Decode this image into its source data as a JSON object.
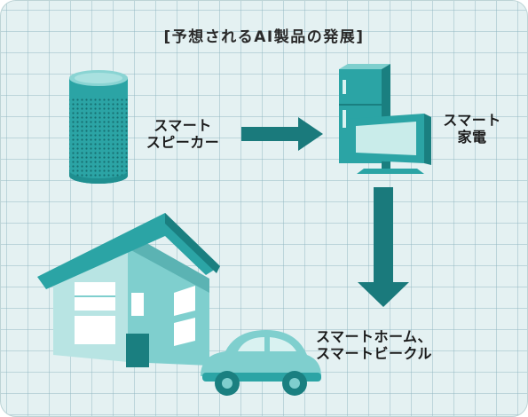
{
  "title": "[予想されるAI製品の発展]",
  "labels": {
    "smart_speaker": [
      "スマート",
      "スピーカー"
    ],
    "smart_appliance": [
      "スマート",
      "家電"
    ],
    "smart_home_vehicle": [
      "スマートホーム、",
      "スマートビークル"
    ]
  },
  "colors": {
    "teal": "#2ba4a5",
    "teal_dark": "#1a7f80",
    "teal_light": "#7fcfce",
    "teal_pale": "#b6e3e2",
    "arrow": "#1a7a7c",
    "background": "#e4f1f2"
  }
}
